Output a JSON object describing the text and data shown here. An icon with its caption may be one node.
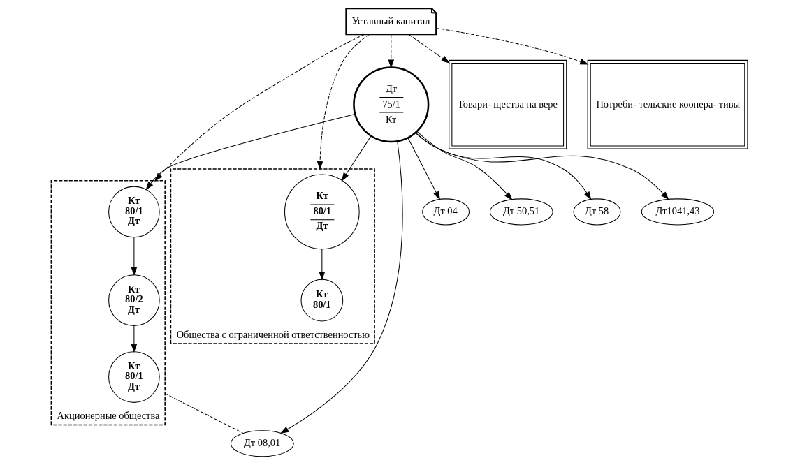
{
  "diagram": {
    "nodes": [
      {
        "text": [
          "Уставный капитал"
        ]
      },
      {
        "text": [
          "Акционерные общества"
        ]
      },
      {
        "text": [
          "Кт",
          "80/1",
          "Дт"
        ],
        "in": 1
      },
      {
        "text": [
          "Кт",
          "80/2",
          "Дт"
        ],
        "in": 1
      },
      {
        "text": [
          "Кт",
          "80/1",
          "Дт"
        ],
        "in": 1
      },
      {
        "text": [
          "Общества с ограниченной ответственностью"
        ]
      },
      {
        "text": [
          "Кт",
          "80/1",
          "Дт"
        ],
        "in": 5
      },
      {
        "text": [
          "Кт",
          "80/1"
        ],
        "in": 5
      },
      {
        "text": [
          "Дт",
          "75/1",
          "Кт"
        ]
      },
      {
        "text": [
          "Товари- щества на вере"
        ]
      },
      {
        "text": [
          "Потреби- тельские коопера- тивы"
        ]
      },
      {
        "text": [
          "Дт 08,01"
        ]
      },
      {
        "text": [
          "Дт 04"
        ]
      },
      {
        "text": [
          "Дт 50,51"
        ]
      },
      {
        "text": [
          "Дт 58"
        ]
      },
      {
        "text": [
          "Дт1041,43"
        ]
      }
    ],
    "edges": [
      {
        "from": 0,
        "to": 1,
        "arrow": "to",
        "style": "dashed"
      },
      {
        "from": 0,
        "to": 5,
        "arrow": "to",
        "style": "dashed"
      },
      {
        "from": 0,
        "to": 8,
        "arrow": "to",
        "style": "dashed"
      },
      {
        "from": 0,
        "to": 9,
        "arrow": "to",
        "style": "dashed"
      },
      {
        "from": 0,
        "to": 10,
        "arrow": "to",
        "style": "dashed"
      },
      {
        "from": 8,
        "to": 2,
        "arrow": "to"
      },
      {
        "from": 2,
        "to": 3,
        "arrow": "to"
      },
      {
        "from": 3,
        "to": 4,
        "arrow": "to"
      },
      {
        "from": 8,
        "to": 6,
        "arrow": "to"
      },
      {
        "from": 6,
        "to": 7,
        "arrow": "to"
      },
      {
        "from": 8,
        "to": 11,
        "arrow": "to"
      },
      {
        "from": 8,
        "to": 12,
        "arrow": "to"
      },
      {
        "from": 8,
        "to": 13,
        "arrow": "to"
      },
      {
        "from": 8,
        "to": 14,
        "arrow": "to"
      },
      {
        "from": 8,
        "to": 15,
        "arrow": "to"
      },
      {
        "from": 1,
        "to": 11,
        "arrow": "none",
        "style": "dashed"
      }
    ]
  }
}
